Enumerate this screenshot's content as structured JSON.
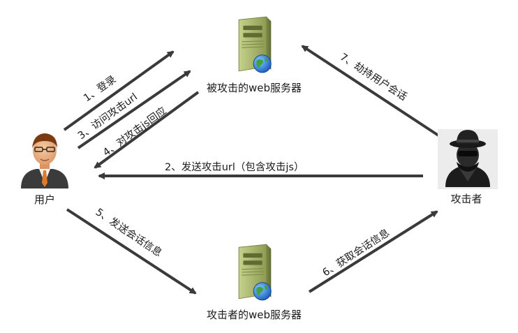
{
  "nodes": {
    "user": {
      "label": "用户",
      "icon": "user-icon"
    },
    "attacker": {
      "label": "攻击者",
      "icon": "hacker-icon"
    },
    "victim_server": {
      "label": "被攻击的web服务器",
      "icon": "server-icon"
    },
    "attacker_server": {
      "label": "攻击者的web服务器",
      "icon": "server-icon"
    }
  },
  "edges": [
    {
      "id": "step-1",
      "label": "1、登录",
      "from": "user",
      "to": "victim_server"
    },
    {
      "id": "step-2",
      "label": "2、发送攻击url（包含攻击js）",
      "from": "attacker",
      "to": "user"
    },
    {
      "id": "step-3",
      "label": "3、访问攻击url",
      "from": "user",
      "to": "victim_server"
    },
    {
      "id": "step-4",
      "label": "4、对攻击js回应",
      "from": "victim_server",
      "to": "user"
    },
    {
      "id": "step-5",
      "label": "5、发送会话信息",
      "from": "user",
      "to": "attacker_server"
    },
    {
      "id": "step-6",
      "label": "6、获取会话信息",
      "from": "attacker_server",
      "to": "attacker"
    },
    {
      "id": "step-7",
      "label": "7、劫持用户会话",
      "from": "attacker",
      "to": "victim_server"
    }
  ],
  "colors": {
    "arrow": "#3a3a3a",
    "server_body": "#a9b86f",
    "server_dark": "#6f7d3e",
    "globe": "#1f6fd1",
    "user_shirt": "#f5f5f5",
    "user_suit": "#3b3b3b",
    "user_tie": "#e07b2c",
    "hacker_dark": "#1c1c1c"
  }
}
